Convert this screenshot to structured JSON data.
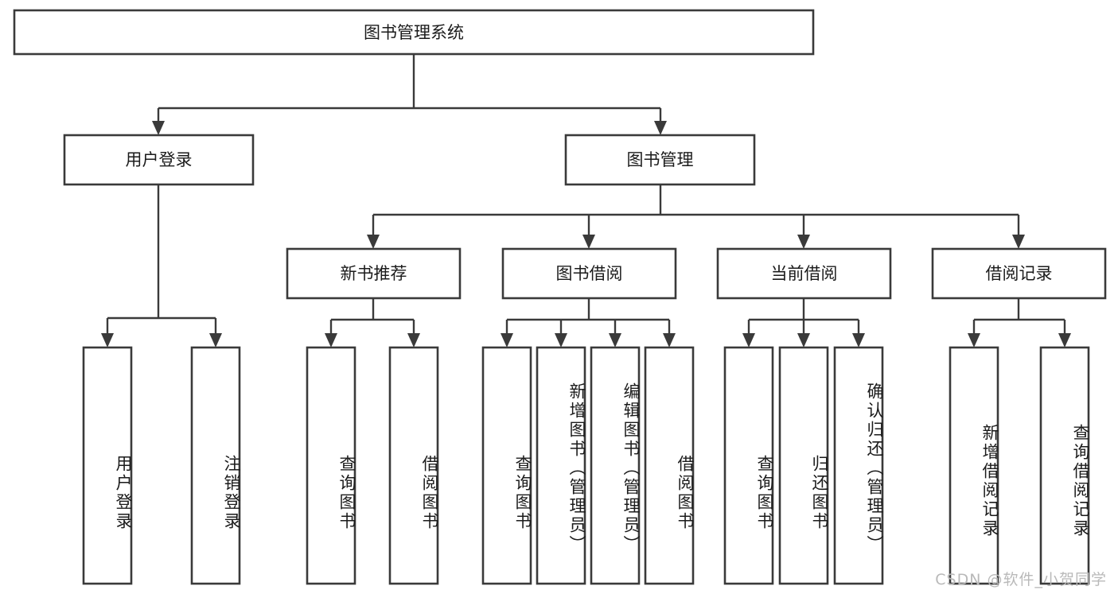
{
  "diagram": {
    "title": "图书管理系统",
    "type": "tree-hierarchy-chart",
    "root": {
      "label": "图书管理系统"
    },
    "level2": [
      {
        "label": "用户登录"
      },
      {
        "label": "图书管理"
      }
    ],
    "level3": [
      {
        "label": "新书推荐"
      },
      {
        "label": "图书借阅"
      },
      {
        "label": "当前借阅"
      },
      {
        "label": "借阅记录"
      }
    ],
    "leaves": {
      "user_login": [
        {
          "label": "用户登录"
        },
        {
          "label": "注销登录"
        }
      ],
      "new_book_recommend": [
        {
          "label": "查询图书"
        },
        {
          "label": "借阅图书"
        }
      ],
      "book_borrow": [
        {
          "label": "查询图书"
        },
        {
          "label": "新增图书（管理员）"
        },
        {
          "label": "编辑图书（管理员）"
        },
        {
          "label": "借阅图书"
        }
      ],
      "current_borrow": [
        {
          "label": "查询图书"
        },
        {
          "label": "归还图书"
        },
        {
          "label": "确认归还（管理员）"
        }
      ],
      "borrow_record": [
        {
          "label": "新增借阅记录"
        },
        {
          "label": "查询借阅记录"
        }
      ]
    }
  },
  "watermark": {
    "text": "CSDN @软件_小贺同学"
  },
  "colors": {
    "stroke": "#3a3a3a",
    "fill": "#ffffff",
    "text": "#1b1b1b",
    "watermark": "#b9b9b9"
  }
}
